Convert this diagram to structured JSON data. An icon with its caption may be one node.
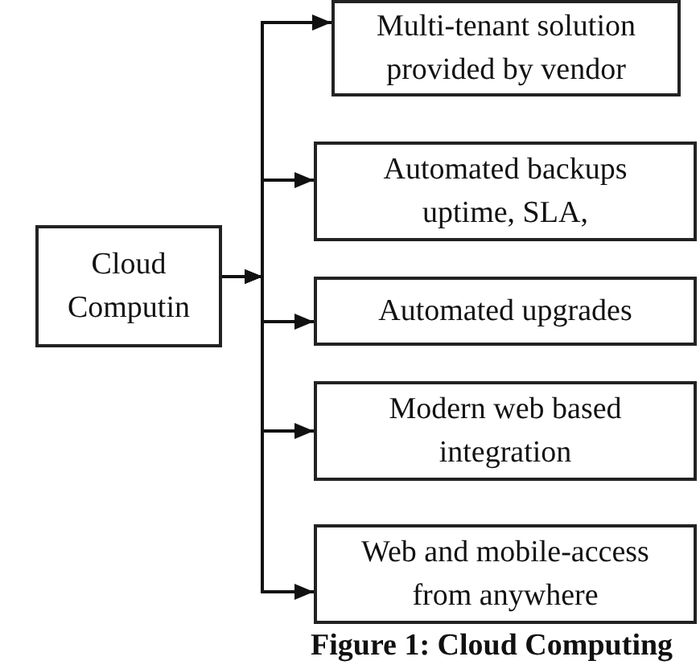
{
  "diagram": {
    "caption": "Figure 1: Cloud Computing",
    "nodes": [
      {
        "text": [
          "Cloud Computin"
        ]
      },
      {
        "text": [
          "Multi-tenant solution provided by vendor"
        ]
      },
      {
        "text": [
          "Automated backups uptime, SLA,"
        ]
      },
      {
        "text": [
          "Automated upgrades"
        ]
      },
      {
        "text": [
          "Modern web based integration"
        ]
      },
      {
        "text": [
          "Web and mobile-access from anywhere"
        ]
      }
    ],
    "edges": [
      {
        "from": 0,
        "to": 1,
        "arrow": "to"
      },
      {
        "from": 0,
        "to": 2,
        "arrow": "to"
      },
      {
        "from": 0,
        "to": 3,
        "arrow": "to"
      },
      {
        "from": 0,
        "to": 4,
        "arrow": "to"
      },
      {
        "from": 0,
        "to": 5,
        "arrow": "to"
      }
    ]
  }
}
